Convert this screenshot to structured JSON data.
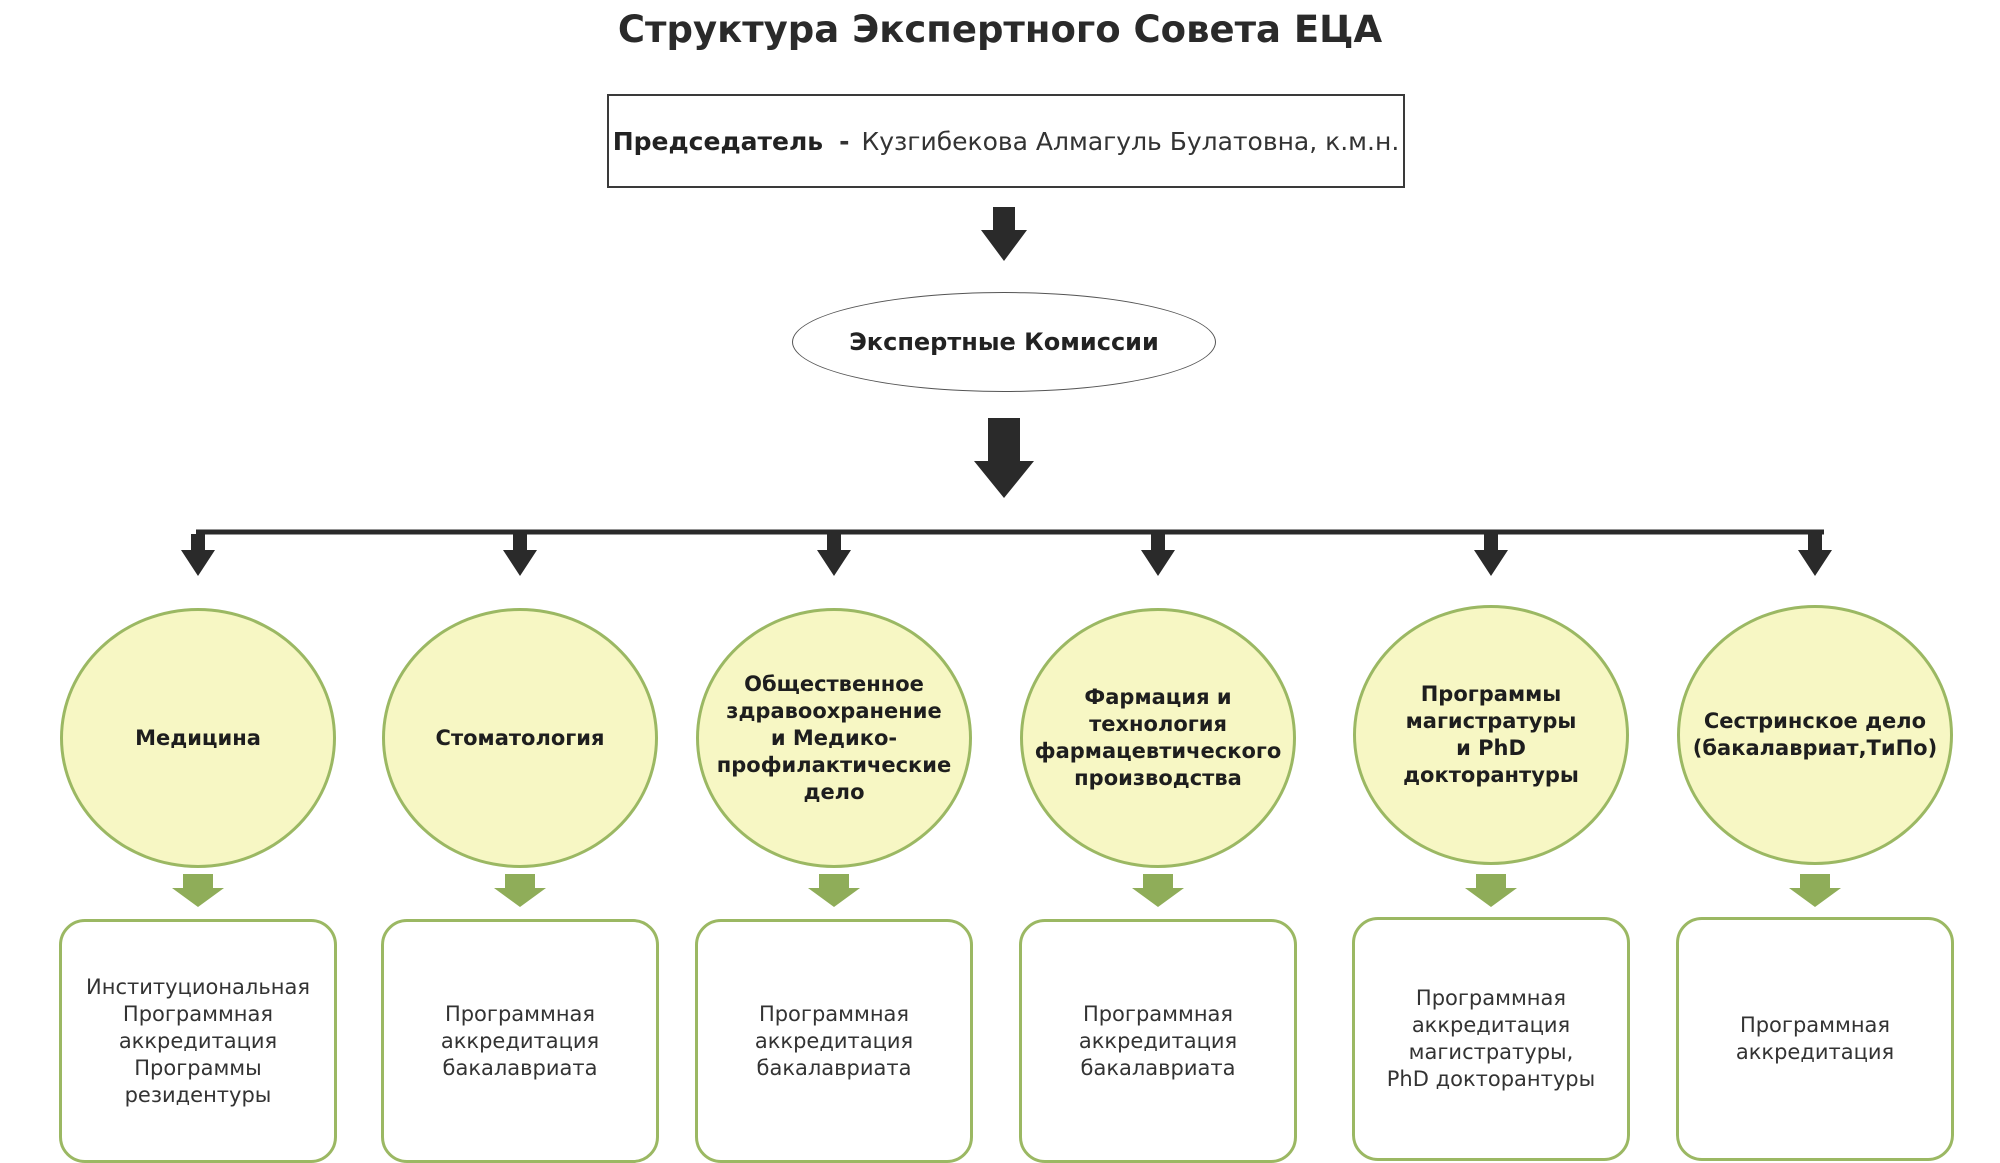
{
  "title": "Структура Экспертного Совета ЕЦА",
  "chairman": {
    "role": "Председатель",
    "dash": "-",
    "name": "Кузгибекова Алмагуль Булатовна, к.м.н."
  },
  "commissions": "Экспертные Комиссии",
  "colors": {
    "circle_fill": "#f7f7c4",
    "green_border": "#9bb863",
    "green_arrow": "#8fad59",
    "dark_arrow": "#2a2a2a"
  },
  "branches": [
    {
      "name": "Медицина",
      "accreditation": "Институциональная\nПрограммная\nаккредитация\nПрограммы\nрезидентуры"
    },
    {
      "name": "Стоматология",
      "accreditation": "Программная\nаккредитация\nбакалавриата"
    },
    {
      "name": "Общественное\nздравоохранение\nи Медико-\nпрофилактические\nдело",
      "accreditation": "Программная\nаккредитация\nбакалавриата"
    },
    {
      "name": "Фармация  и\nтехнология\nфармацевтического\nпроизводства",
      "accreditation": "Программная\nаккредитация\nбакалавриата"
    },
    {
      "name": "Программы\nмагистратуры\nи PhD докторантуры",
      "accreditation": "Программная\nаккредитация\nмагистратуры,\nPhD докторантуры"
    },
    {
      "name": "Сестринское дело\n(бакалавриат,ТиПо)",
      "accreditation": "Программная\nаккредитация"
    }
  ]
}
